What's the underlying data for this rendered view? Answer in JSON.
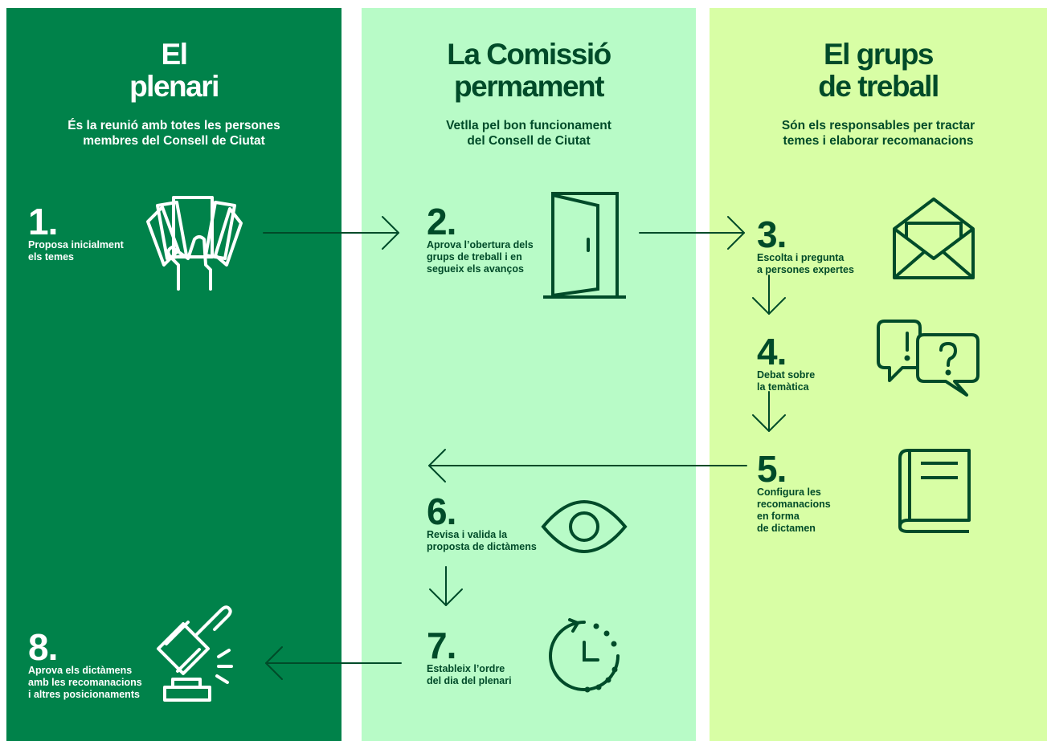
{
  "colors": {
    "dark_green": "#00824a",
    "mint": "#b8fbc7",
    "lime": "#d8fea5",
    "ink": "#004b29",
    "white": "#ffffff"
  },
  "columns": [
    {
      "title": [
        "El",
        "plenari"
      ],
      "subtitle": [
        "És la reunió amb totes les persones",
        "membres del Consell de Ciutat"
      ]
    },
    {
      "title": [
        "La Comissió",
        "permament"
      ],
      "subtitle": [
        "Vetlla pel bon funcionament",
        "del Consell de Ciutat"
      ]
    },
    {
      "title": [
        "El grups",
        "de treball"
      ],
      "subtitle": [
        "Són els responsables per tractar",
        "temes i elaborar recomanacions"
      ]
    }
  ],
  "steps": [
    {
      "number": "1.",
      "lines": [
        "Proposa inicialment",
        "els temes"
      ],
      "icon": "hand-holding-cards-icon"
    },
    {
      "number": "2.",
      "lines": [
        "Aprova l’obertura dels",
        "grups de treball i en",
        "segueix els avanços"
      ],
      "icon": "open-door-icon"
    },
    {
      "number": "3.",
      "lines": [
        "Escolta i pregunta",
        "a persones expertes"
      ],
      "icon": "envelope-icon"
    },
    {
      "number": "4.",
      "lines": [
        "Debat sobre",
        "la temàtica"
      ],
      "icon": "speech-bubbles-icon"
    },
    {
      "number": "5.",
      "lines": [
        "Configura les",
        "recomanacions",
        "en forma",
        "de dictamen"
      ],
      "icon": "book-icon"
    },
    {
      "number": "6.",
      "lines": [
        "Revisa i valida la",
        "proposta de dictàmens"
      ],
      "icon": "eye-icon"
    },
    {
      "number": "7.",
      "lines": [
        "Estableix l’ordre",
        "del dia del plenari"
      ],
      "icon": "timer-icon"
    },
    {
      "number": "8.",
      "lines": [
        "Aprova els dictàmens",
        "amb les recomanacions",
        "i altres posicionaments"
      ],
      "icon": "gavel-icon"
    }
  ]
}
